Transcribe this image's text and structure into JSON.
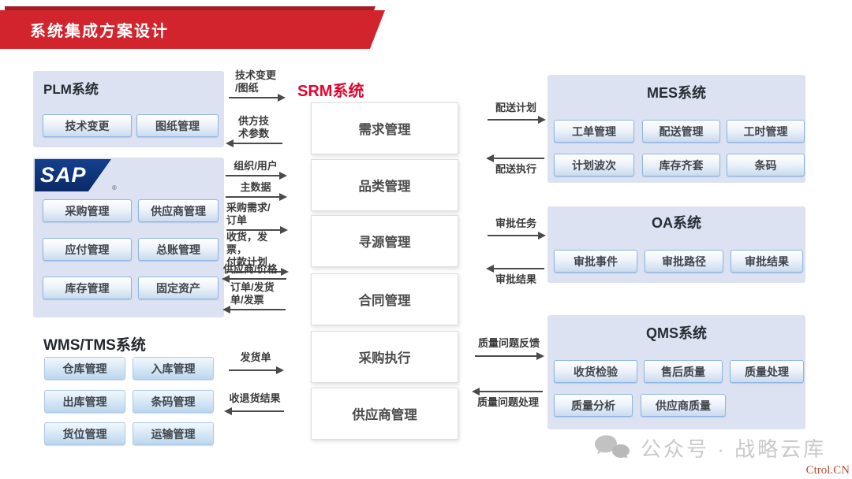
{
  "page": {
    "title": "系统集成方案设计"
  },
  "colors": {
    "banner_red": "#d2242c",
    "banner_dark_red": "#a31d24",
    "srm_title_red": "#e4032e",
    "panel_bg": "#dce2f1",
    "button_border": "#8fb6e2",
    "sap_navy": "#0a2a66",
    "arrow_gray": "#4a4a4a",
    "watermark_gray": "#c9c9c9",
    "footer_red": "#bf4a2e"
  },
  "systems": {
    "plm": {
      "title": "PLM系统",
      "modules": [
        "技术变更",
        "图纸管理"
      ]
    },
    "sap": {
      "logo_text": "SAP",
      "registered_mark": "®",
      "modules": [
        "采购管理",
        "供应商管理",
        "应付管理",
        "总账管理",
        "库存管理",
        "固定资产"
      ]
    },
    "wms": {
      "title": "WMS/TMS系统",
      "modules": [
        "仓库管理",
        "入库管理",
        "出库管理",
        "条码管理",
        "货位管理",
        "运输管理"
      ]
    },
    "srm": {
      "title": "SRM系统",
      "modules": [
        "需求管理",
        "品类管理",
        "寻源管理",
        "合同管理",
        "采购执行",
        "供应商管理"
      ]
    },
    "mes": {
      "title": "MES系统",
      "modules": [
        "工单管理",
        "配送管理",
        "工时管理",
        "计划波次",
        "库存齐套",
        "条码"
      ]
    },
    "oa": {
      "title": "OA系统",
      "modules": [
        "审批事件",
        "审批路径",
        "审批结果"
      ]
    },
    "qms": {
      "title": "QMS系统",
      "modules": [
        "收货检验",
        "售后质量",
        "质量处理",
        "质量分析",
        "供应商质量"
      ]
    }
  },
  "flows": {
    "plm_srm": [
      {
        "label": "技术变更\n/图纸",
        "direction": "right"
      },
      {
        "label": "供方技\n术参数",
        "direction": "left"
      }
    ],
    "sap_srm": [
      {
        "label": "组织/用户",
        "direction": "right"
      },
      {
        "label": "主数据",
        "direction": "right"
      },
      {
        "label": "采购需求/\n订单",
        "direction": "right"
      },
      {
        "label": "收货，发票，\n付款计划",
        "direction": "right"
      },
      {
        "label": "供应商/价格",
        "direction": "left"
      },
      {
        "label": "订单/发货\n单/发票",
        "direction": "left"
      }
    ],
    "wms_srm": [
      {
        "label": "发货单",
        "direction": "right"
      },
      {
        "label": "收退货结果",
        "direction": "left"
      }
    ],
    "srm_mes": [
      {
        "label": "配送计划",
        "direction": "right"
      },
      {
        "label": "配送执行",
        "direction": "left"
      }
    ],
    "srm_oa": [
      {
        "label": "审批任务",
        "direction": "right"
      },
      {
        "label": "审批结果",
        "direction": "left"
      }
    ],
    "srm_qms": [
      {
        "label": "质量问题反馈",
        "direction": "right"
      },
      {
        "label": "质量问题处理",
        "direction": "left"
      }
    ]
  },
  "watermark": {
    "icon": "wechat-icon",
    "text": "公众号 · 战略云库"
  },
  "footer": {
    "brand": "Ctrol.CN"
  }
}
